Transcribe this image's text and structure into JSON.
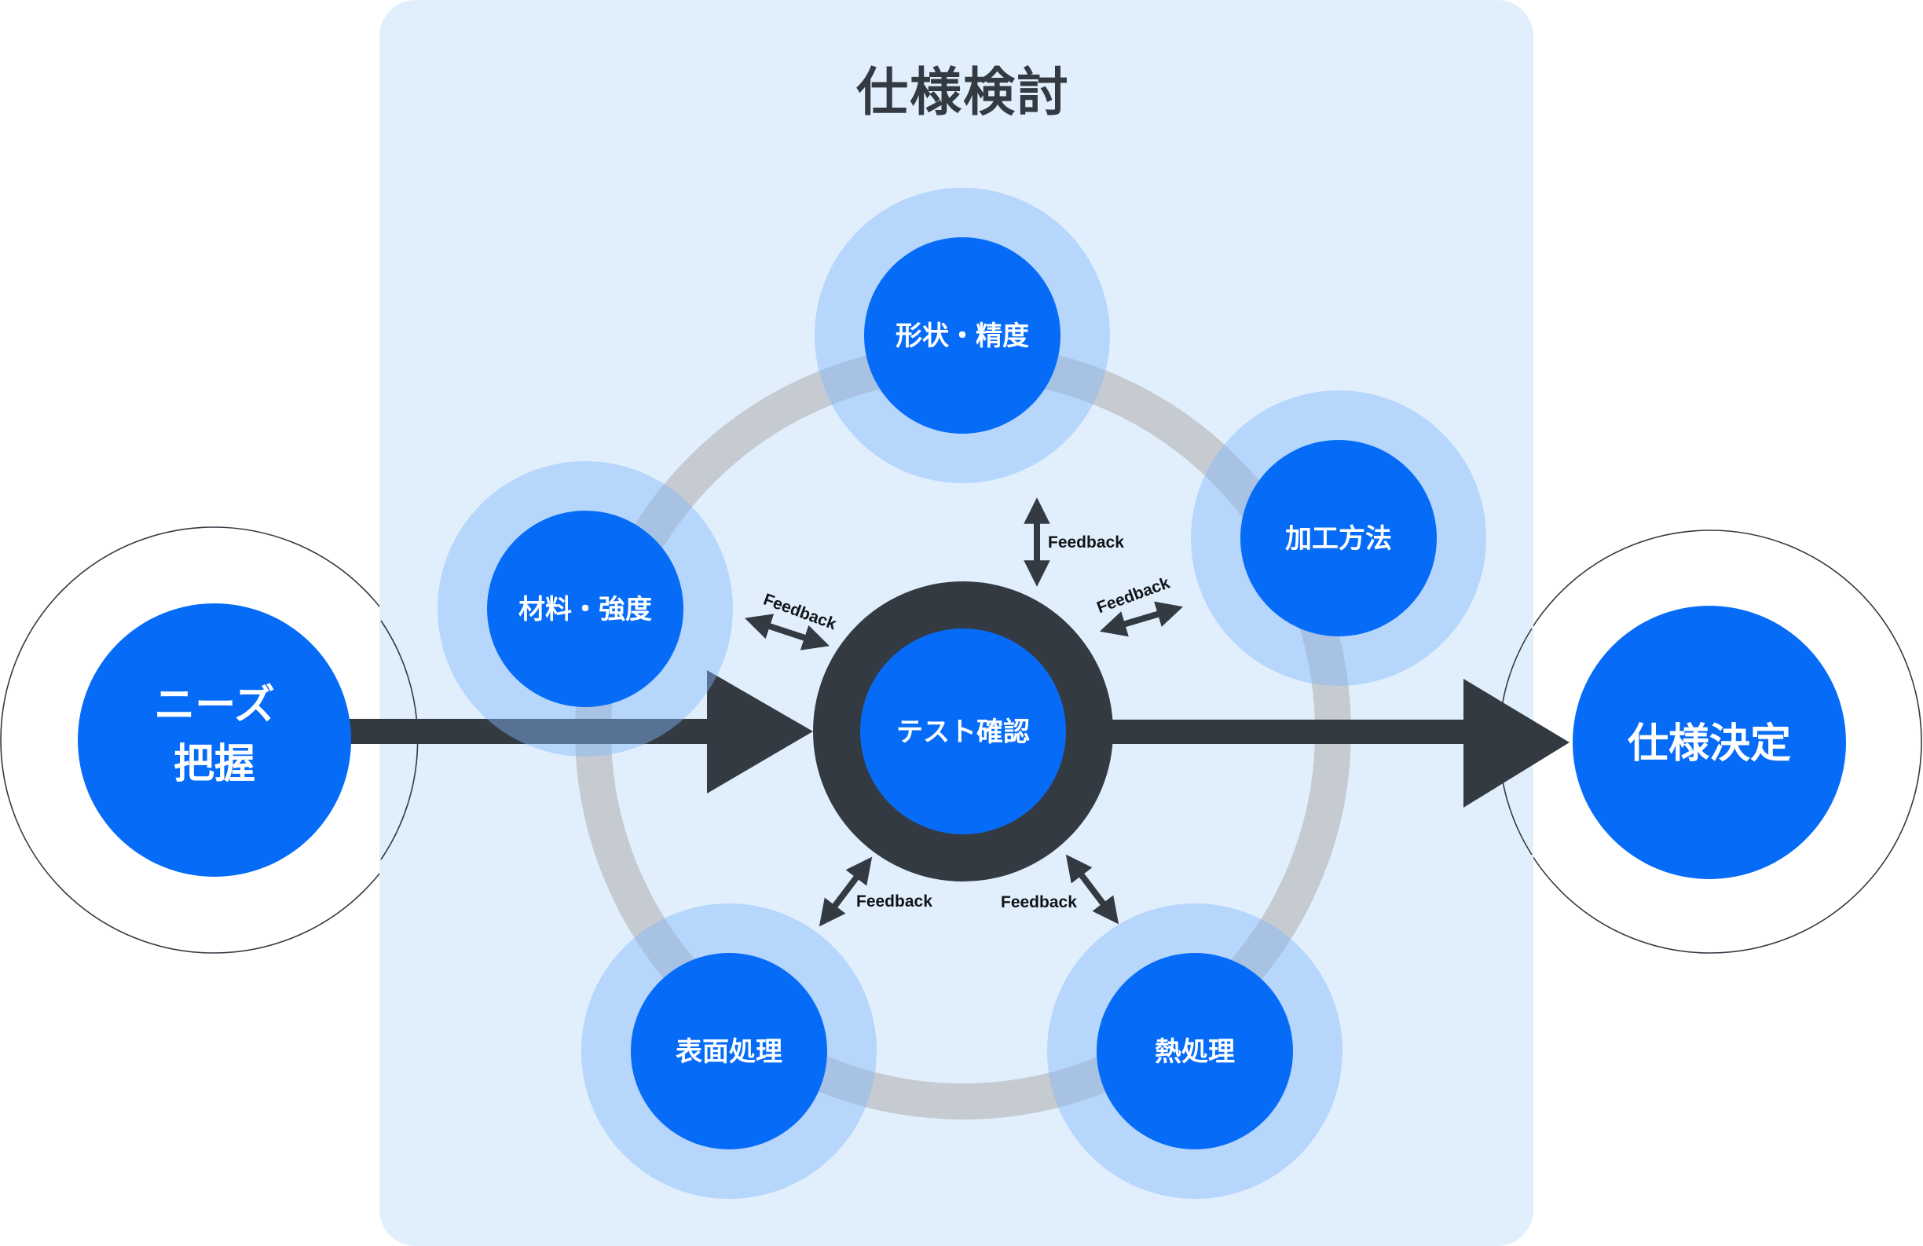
{
  "panel": {
    "title": "仕様検討",
    "fill": "#e1effd"
  },
  "colors": {
    "primary_blue": "#066cf8",
    "halo_blue": "#82b9fa",
    "cycle_ring_gray": "#c6cbd2",
    "dark": "#333a42",
    "white": "#ffffff"
  },
  "start_node": {
    "label_line1": "ニーズ",
    "label_line2": "把握"
  },
  "end_node": {
    "label": "仕様決定"
  },
  "center_node": {
    "label": "テスト確認"
  },
  "cycle_nodes": [
    {
      "id": "shape",
      "label": "形状・精度"
    },
    {
      "id": "processing",
      "label": "加工方法"
    },
    {
      "id": "heat",
      "label": "熱処理"
    },
    {
      "id": "surface",
      "label": "表面処理"
    },
    {
      "id": "material",
      "label": "材料・強度"
    }
  ],
  "feedback": {
    "label": "Feedback",
    "count": 5
  },
  "flow": [
    "ニーズ把握",
    "テスト確認",
    "仕様決定"
  ]
}
